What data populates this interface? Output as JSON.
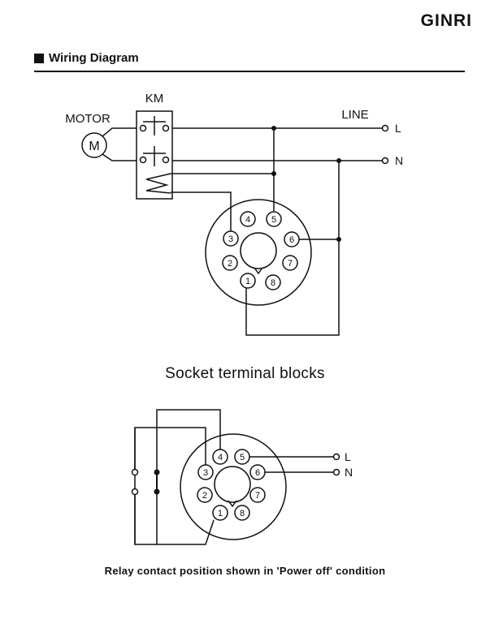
{
  "brand": "GINRI",
  "section_title": "Wiring Diagram",
  "diagram1": {
    "km_label": "KM",
    "motor_label": "MOTOR",
    "motor_symbol": "M",
    "line_label": "LINE",
    "l_label": "L",
    "n_label": "N",
    "pins": [
      "1",
      "2",
      "3",
      "4",
      "5",
      "6",
      "7",
      "8"
    ]
  },
  "caption1": "Socket terminal blocks",
  "diagram2": {
    "l_label": "L",
    "n_label": "N",
    "pins": [
      "1",
      "2",
      "3",
      "4",
      "5",
      "6",
      "7",
      "8"
    ]
  },
  "caption2": "Relay contact position shown in 'Power off'  condition"
}
